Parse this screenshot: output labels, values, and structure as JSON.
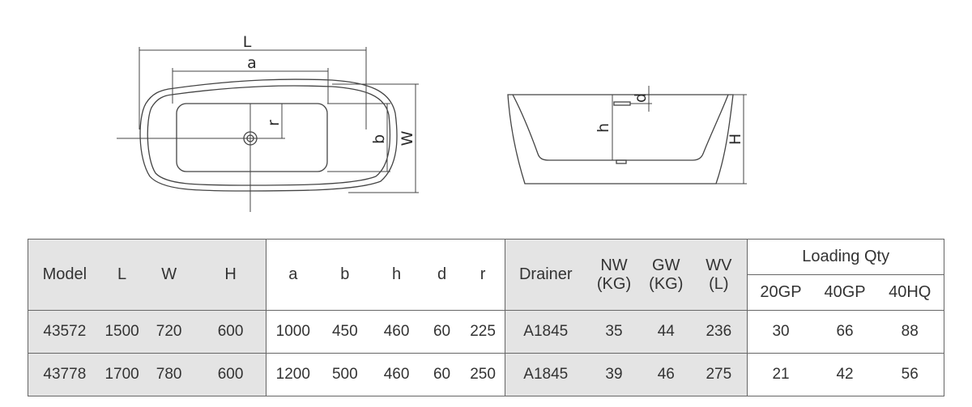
{
  "diagram": {
    "top_view_labels": {
      "L": "L",
      "a": "a",
      "W": "W",
      "b": "b",
      "r": "r"
    },
    "side_view_labels": {
      "h": "h",
      "d": "d",
      "H": "H"
    }
  },
  "table": {
    "headers": {
      "model": "Model",
      "L": "L",
      "W": "W",
      "H": "H",
      "a": "a",
      "b": "b",
      "h": "h",
      "d": "d",
      "r": "r",
      "drainer": "Drainer",
      "nw_1": "NW",
      "nw_2": "(KG)",
      "gw_1": "GW",
      "gw_2": "(KG)",
      "wv_1": "WV",
      "wv_2": "(L)",
      "loading_qty": "Loading Qty",
      "gp20": "20GP",
      "gp40": "40GP",
      "hq40": "40HQ"
    },
    "rows": [
      {
        "model": "43572",
        "L": "1500",
        "W": "720",
        "H": "600",
        "a": "1000",
        "b": "450",
        "h": "460",
        "d": "60",
        "r": "225",
        "drainer": "A1845",
        "nw": "35",
        "gw": "44",
        "wv": "236",
        "gp20": "30",
        "gp40": "66",
        "hq40": "88"
      },
      {
        "model": "43778",
        "L": "1700",
        "W": "780",
        "H": "600",
        "a": "1200",
        "b": "500",
        "h": "460",
        "d": "60",
        "r": "250",
        "drainer": "A1845",
        "nw": "39",
        "gw": "46",
        "wv": "275",
        "gp20": "21",
        "gp40": "42",
        "hq40": "56"
      }
    ]
  }
}
